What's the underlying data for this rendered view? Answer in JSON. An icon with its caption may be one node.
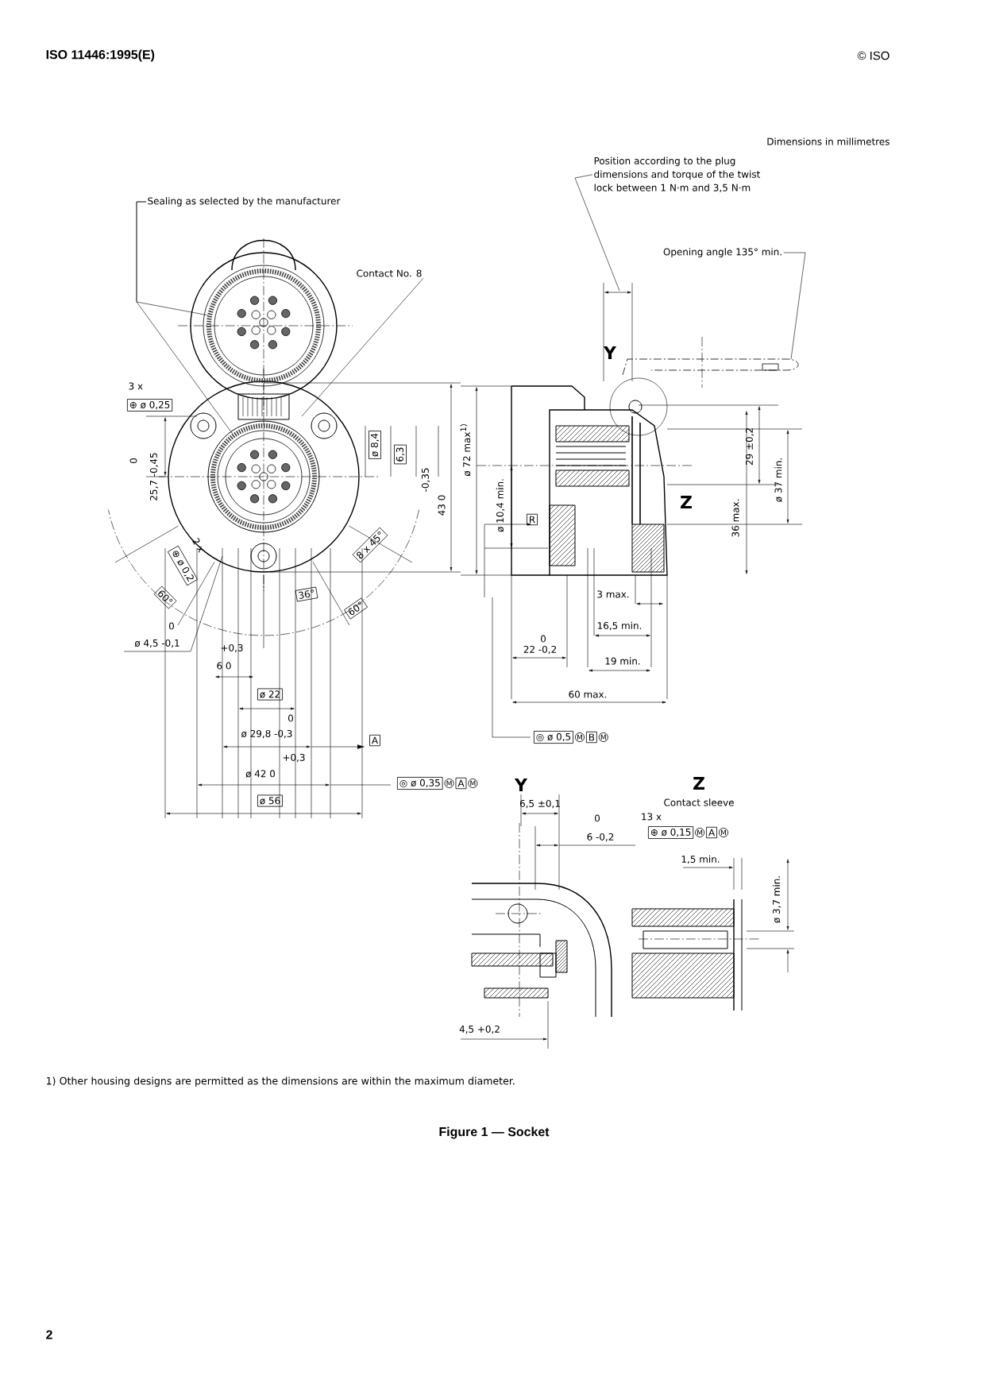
{
  "diagram": {
    "caption": "Figure 1 — Socket",
    "nodes": [
      {
        "text": [
          "Sealing as selected by the manufacturer"
        ]
      },
      {
        "text": [
          "Contact No. 8"
        ]
      },
      {
        "text": [
          "Position according to the plug dimensions and torque of the twist lock between 1 N·m and 3,5 N·m"
        ]
      },
      {
        "text": [
          "Opening angle 135° min."
        ]
      },
      {
        "text": [],
        "shape": "circle"
      },
      {
        "text": [],
        "shape": "circle"
      }
    ],
    "edges": [
      {
        "from": 0,
        "to": 4,
        "arrow": "none"
      },
      {
        "from": 0,
        "to": 5,
        "arrow": "none"
      },
      {
        "from": 1,
        "to": null,
        "arrow": "none"
      },
      {
        "from": 2,
        "to": null,
        "arrow": "none"
      },
      {
        "from": 3,
        "to": null,
        "arrow": "none"
      }
    ],
    "labels": [
      "ISO 11446:1995(E)",
      "© ISO",
      "Dimensions in millimetres",
      "3 x",
      "⊕ ø 0,25",
      "ø 8,4",
      "6,3",
      "-0,35",
      "43 0",
      "ø 72 max$^{1)}$",
      "0",
      "25,7 -0,45",
      "ø 10,4 min.",
      "R",
      "29 ±0,2",
      "ø 37 min.",
      "36 max.",
      "Z",
      "Y",
      "2 x",
      "⊕ ø 0,2",
      "60°",
      "8 x 45°",
      "36°",
      "60°",
      "0",
      "ø 4,5 -0,1",
      "+0,3",
      "6 0",
      "ø 22",
      "0",
      "ø 29,8 -0,3",
      "A",
      "+0,3",
      "ø 42 0",
      "◎ ø 0,35",
      "M",
      "A",
      "M",
      "ø 56",
      "3 max.",
      "16,5 min.",
      "0",
      "22 -0,2",
      "19 min.",
      "60 max.",
      "◎ ø 0,5",
      "M",
      "B",
      "M",
      "Y",
      "6,5 ±0,1",
      "0",
      "6 -0,2",
      "Z",
      "Contact sleeve",
      "13 x",
      "⊕ ø 0,15",
      "M",
      "A",
      "M",
      "1,5 min.",
      "ø 3,7 min.",
      "4,5 +0,2",
      "1) Other housing designs are permitted as the dimensions are within the maximum diameter.",
      "2"
    ]
  }
}
